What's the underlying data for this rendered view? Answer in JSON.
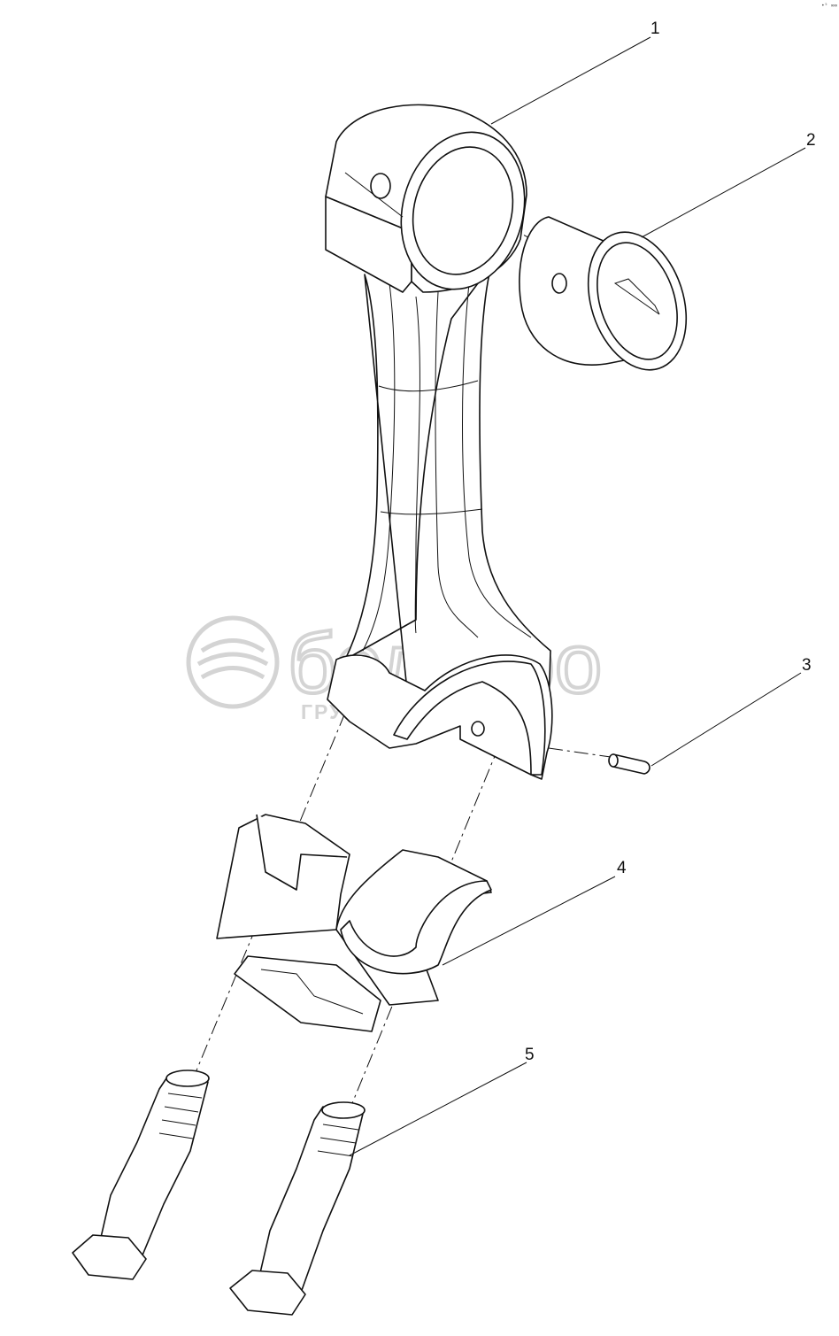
{
  "corner_mark": "•⁵ ∞∞",
  "watermark": {
    "brand": "белагро",
    "subtitle": "ГРУППА КОМПАНИЙ"
  },
  "callouts": [
    {
      "id": "1",
      "part": "connecting-rod"
    },
    {
      "id": "2",
      "part": "small-end-bushing"
    },
    {
      "id": "3",
      "part": "dowel-pin"
    },
    {
      "id": "4",
      "part": "rod-cap"
    },
    {
      "id": "5",
      "part": "rod-bolt"
    }
  ],
  "colors": {
    "line": "#111111",
    "watermark": "#d4d4d4",
    "background": "#ffffff"
  }
}
